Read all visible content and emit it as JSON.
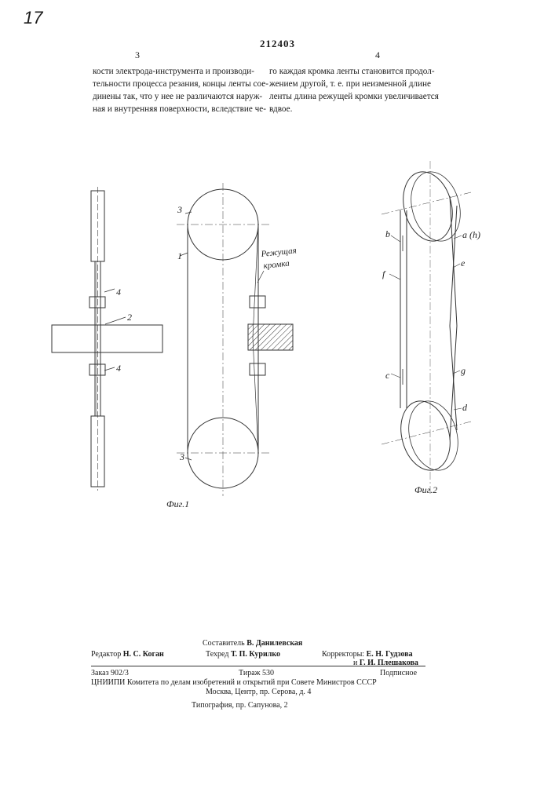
{
  "page": {
    "corner_mark": "17",
    "patent_number": "212403",
    "left_column": {
      "number": "3",
      "lines": [
        "кости электрода-инструмента и производи-",
        "тельности процесса резания, концы ленты сое-",
        "динены так, что у нее не различаются наруж-",
        "ная и внутренняя поверхности, вследствие че-"
      ]
    },
    "right_column": {
      "number": "4",
      "lines": [
        "го каждая кромка ленты становится продол-",
        "жением другой, т. е. при неизменной длине",
        "ленты длина режущей кромки увеличивается",
        "вдвое."
      ]
    }
  },
  "figure1": {
    "caption": "Фиг.1",
    "labels": {
      "roller_top": "3",
      "roller_bottom": "3",
      "belt": "1",
      "workpiece": "2",
      "guide_top": "4",
      "guide_bottom": "4",
      "edge_line1": "Режущая",
      "edge_line2": "кромка"
    }
  },
  "figure2": {
    "caption": "Фиг.2",
    "labels": {
      "a": "a (h)",
      "b": "b",
      "c": "c",
      "d": "d",
      "e": "e",
      "f": "f",
      "g": "g"
    }
  },
  "imprint": {
    "composer_label": "Составитель",
    "composer_name": "В. Данилевская",
    "editor_label": "Редактор",
    "editor_name": "Н. С. Коган",
    "techred_label": "Техред",
    "techred_name": "Т. П. Курилко",
    "correctors_label": "Корректоры:",
    "corrector1": "Е. Н. Гудзова",
    "corrector2_prefix": "и",
    "corrector2": "Г. И. Плешакова",
    "order": "Заказ 902/3",
    "circulation": "Тираж 530",
    "subscription": "Подписное",
    "institute": "ЦНИИПИ Комитета по делам изобретений и открытий при Совете Министров СССР",
    "address": "Москва, Центр, пр. Серова, д. 4",
    "printer": "Типография, пр. Сапунова, 2"
  }
}
